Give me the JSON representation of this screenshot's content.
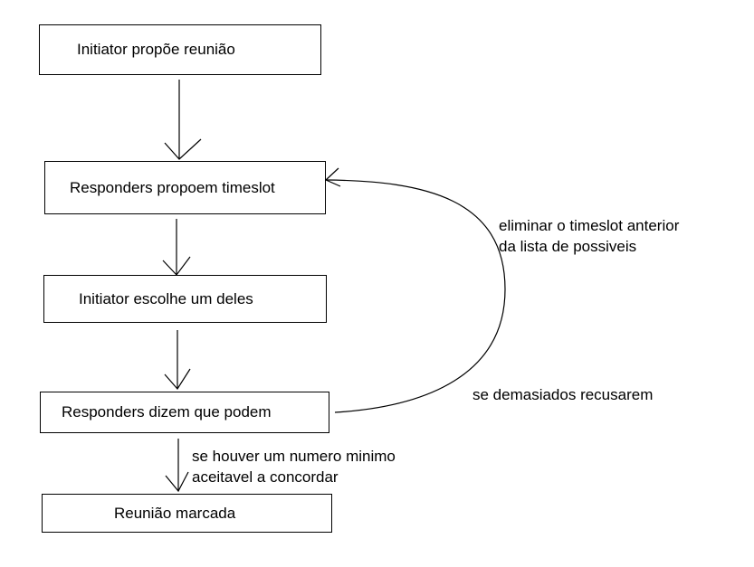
{
  "nodes": {
    "propose": "Initiator propõe reunião",
    "responders_timeslot": "Responders propoem timeslot",
    "choose": "Initiator escolhe um deles",
    "can": "Responders dizem que podem",
    "booked": "Reunião marcada"
  },
  "edge_labels": {
    "loop_top_line1": "eliminar o timeslot anterior",
    "loop_top_line2": "da lista de possiveis",
    "loop_bottom": "se demasiados recusarem",
    "final_line1": "se houver um numero minimo",
    "final_line2": "aceitavel a concordar"
  },
  "colors": {
    "stroke": "#000000",
    "background": "#ffffff"
  }
}
